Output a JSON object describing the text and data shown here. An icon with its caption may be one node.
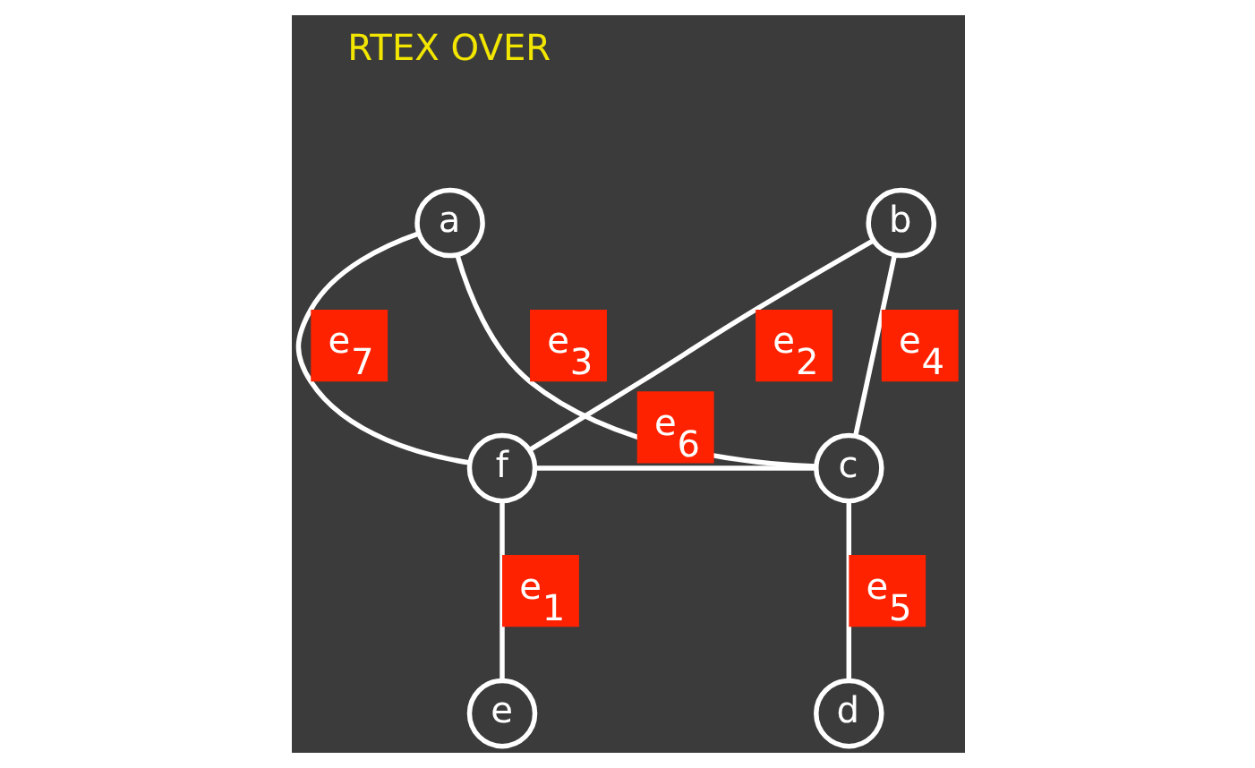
{
  "diagram": {
    "nodes": [
      {
        "text": [
          "a"
        ]
      },
      {
        "text": [
          "b"
        ]
      },
      {
        "text": [
          "f"
        ]
      },
      {
        "text": [
          "c"
        ]
      },
      {
        "text": [
          "e"
        ]
      },
      {
        "text": [
          "d"
        ]
      }
    ],
    "edges": [
      {
        "from": 0,
        "to": 2,
        "arrow": "none",
        "label": "e$_{7}$"
      },
      {
        "from": 1,
        "to": 2,
        "arrow": "none",
        "label": "e$_{2}$"
      },
      {
        "from": 0,
        "to": 3,
        "arrow": "none",
        "label": "e$_{3}$"
      },
      {
        "from": 1,
        "to": 3,
        "arrow": "none",
        "label": "e$_{4}$"
      },
      {
        "from": 2,
        "to": 3,
        "arrow": "none",
        "label": "e$_{6}$"
      },
      {
        "from": 2,
        "to": 4,
        "arrow": "none",
        "label": "e$_{1}$"
      },
      {
        "from": 3,
        "to": 5,
        "arrow": "none",
        "label": "e$_{5}$"
      }
    ],
    "labels": [
      "RTEX OVER"
    ]
  }
}
